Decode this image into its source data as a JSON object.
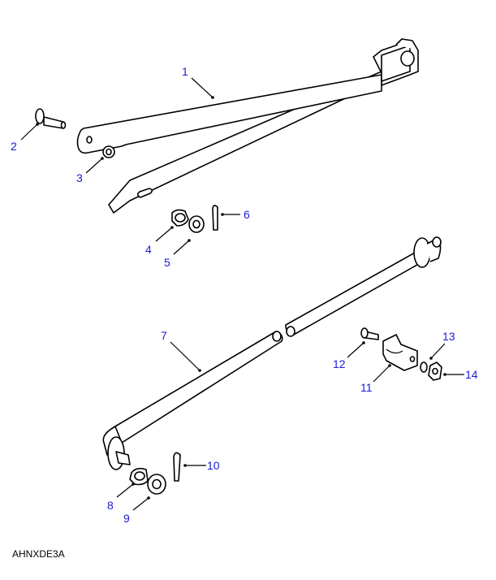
{
  "diagram": {
    "reference_code": "AHNXDE3A",
    "callouts": [
      {
        "number": "1"
      },
      {
        "number": "2"
      },
      {
        "number": "3"
      },
      {
        "number": "4"
      },
      {
        "number": "5"
      },
      {
        "number": "6"
      },
      {
        "number": "7"
      },
      {
        "number": "8"
      },
      {
        "number": "9"
      },
      {
        "number": "10"
      },
      {
        "number": "11"
      },
      {
        "number": "12"
      },
      {
        "number": "13"
      },
      {
        "number": "14"
      }
    ],
    "label_color": "#1a1ad6"
  }
}
